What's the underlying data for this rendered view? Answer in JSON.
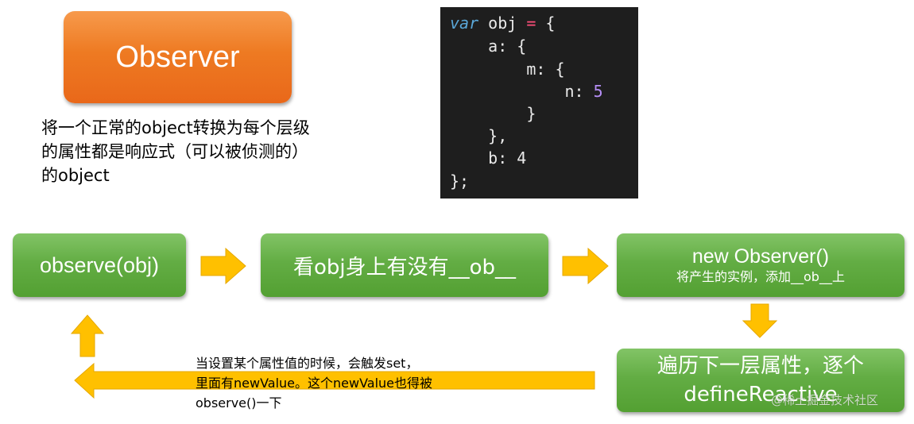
{
  "observer_box": {
    "label": "Observer"
  },
  "description": {
    "lines": [
      "将一个正常的object转换为每个层级",
      "的属性都是响应式（可以被侦测的）",
      "的object"
    ]
  },
  "code": {
    "lines": [
      [
        {
          "t": "var",
          "c": "kw"
        },
        {
          "t": " obj "
        },
        {
          "t": "=",
          "c": "op"
        },
        {
          "t": " {"
        }
      ],
      [
        {
          "t": "    a: {"
        }
      ],
      [
        {
          "t": "        m: {"
        }
      ],
      [
        {
          "t": "            n: "
        },
        {
          "t": "5",
          "c": "num"
        }
      ],
      [
        {
          "t": "        }"
        }
      ],
      [
        {
          "t": "    },"
        }
      ],
      [
        {
          "t": "    b: 4"
        }
      ],
      [
        {
          "t": "};"
        }
      ]
    ]
  },
  "steps": {
    "observe": "observe(obj)",
    "check_ob": "看obj身上有没有__ob__",
    "new_observer": "new Observer()",
    "new_observer_sub": "将产生的实例，添加__ob__上",
    "traverse_line1": "遍历下一层属性，逐个",
    "traverse_line2": "defineReactive"
  },
  "note": {
    "lines": [
      "当设置某个属性值的时候，会触发set，",
      "里面有newValue。这个newValue也得被",
      "observe()一下"
    ]
  },
  "watermark": "@稀土掘金技术社区",
  "colors": {
    "orange": "#ee7a22",
    "green": "#63ad44",
    "arrow": "#ffc000",
    "code_bg": "#1e1e1e"
  }
}
